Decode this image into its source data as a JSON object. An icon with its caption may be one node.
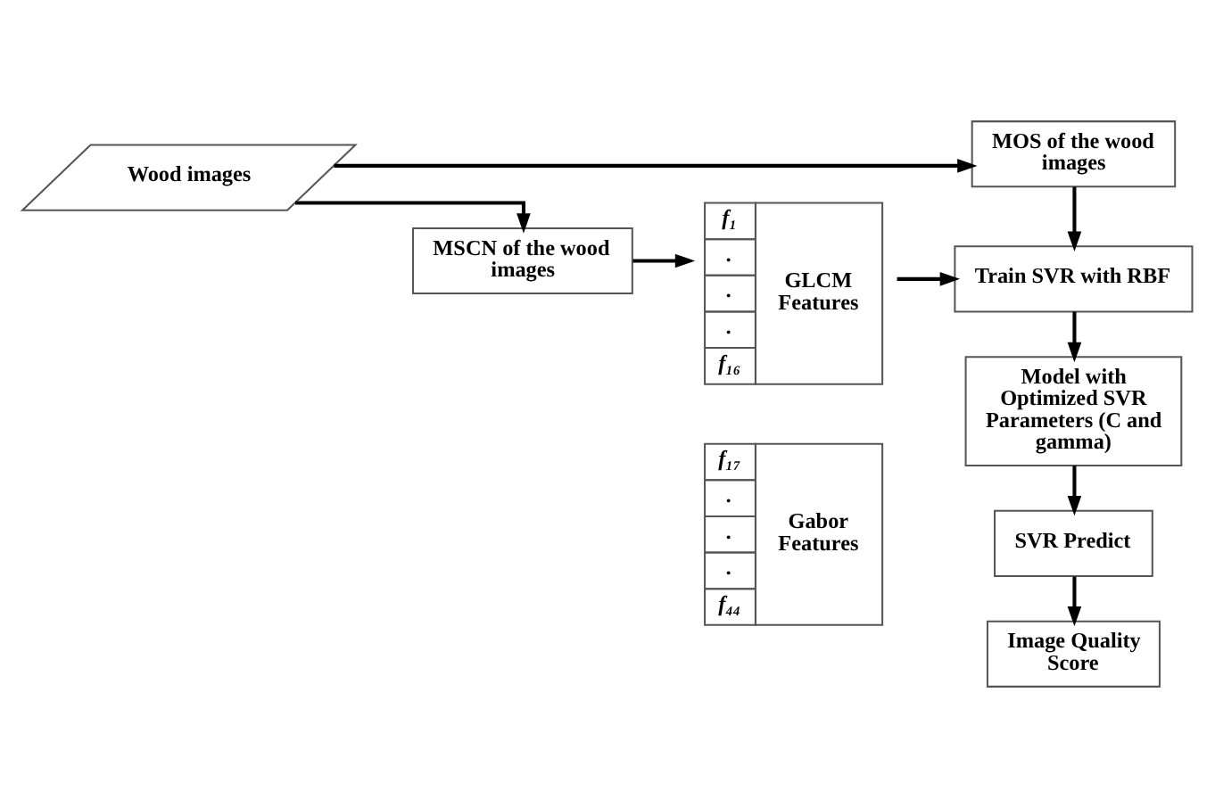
{
  "diagram": {
    "nodes": [
      {
        "text": [
          "Wood images"
        ]
      },
      {
        "text": [
          "MSCN of the wood images"
        ]
      },
      {
        "text": [
          "f₁",
          ".",
          ".",
          ".",
          "f₁₆",
          "GLCM Features"
        ]
      },
      {
        "text": [
          "f₁₇",
          ".",
          ".",
          ".",
          "f₄₄",
          "Gabor Features"
        ]
      },
      {
        "text": [
          "MOS of the wood images"
        ]
      },
      {
        "text": [
          "Train SVR with RBF"
        ]
      },
      {
        "text": [
          "Model with Optimized SVR Parameters (C and gamma)"
        ]
      },
      {
        "text": [
          "SVR Predict"
        ]
      },
      {
        "text": [
          "Image Quality Score"
        ]
      }
    ],
    "edges": [
      {
        "from": 0,
        "to": 1,
        "arrow": "to"
      },
      {
        "from": 0,
        "to": 4,
        "arrow": "to"
      },
      {
        "from": 1,
        "to": 2,
        "arrow": "to"
      },
      {
        "from": 2,
        "to": 5,
        "arrow": "to"
      },
      {
        "from": 4,
        "to": 5,
        "arrow": "to"
      },
      {
        "from": 5,
        "to": 6,
        "arrow": "to"
      },
      {
        "from": 6,
        "to": 7,
        "arrow": "to"
      },
      {
        "from": 7,
        "to": 8,
        "arrow": "to"
      }
    ]
  }
}
